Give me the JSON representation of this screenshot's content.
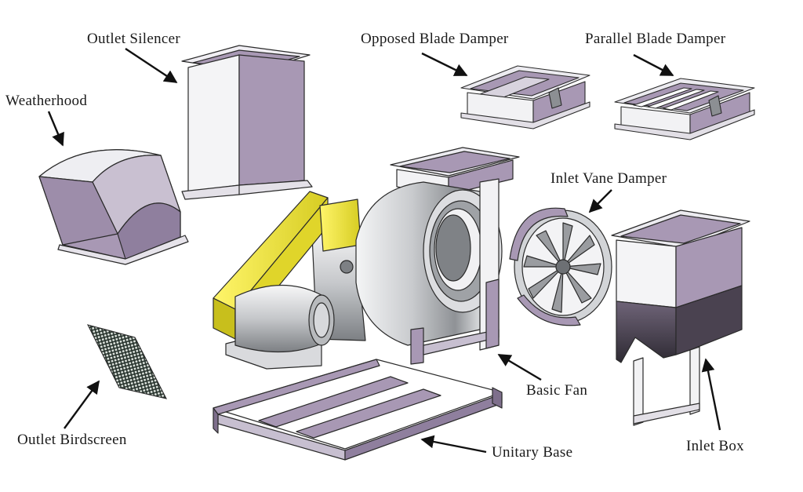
{
  "labels": {
    "outlet_silencer": "Outlet Silencer",
    "opposed_blade_damper": "Opposed Blade Damper",
    "parallel_blade_damper": "Parallel Blade Damper",
    "weatherhood": "Weatherhood",
    "inlet_vane_damper": "Inlet Vane Damper",
    "basic_fan": "Basic Fan",
    "outlet_birdscreen": "Outlet Birdscreen",
    "unitary_base": "Unitary Base",
    "inlet_box": "Inlet Box"
  },
  "colors": {
    "panel_purple": "#a898b4",
    "panel_dark": "#7e6f8c",
    "panel_light": "#f2f2f4",
    "steel": "#c8cacd",
    "steel_dark": "#8a8c90",
    "belt_guard": "#f2ea3c",
    "belt_guard_dark": "#b8b020",
    "outline": "#2a2a2a",
    "screen": "#2c3a2c"
  }
}
